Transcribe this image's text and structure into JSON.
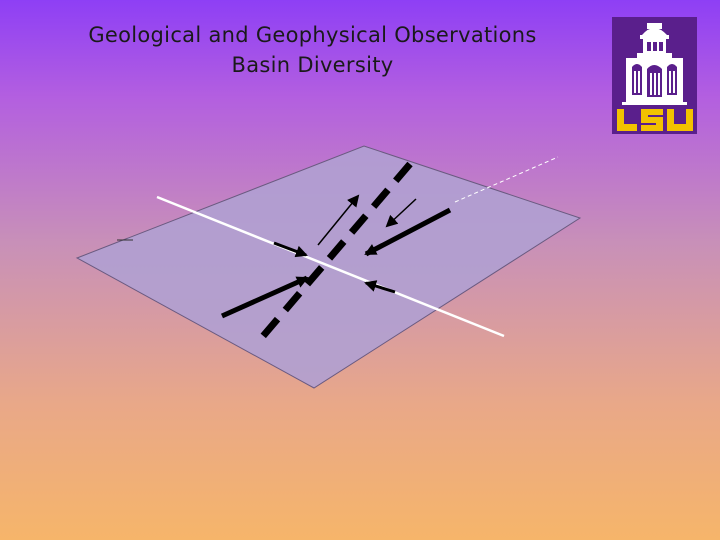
{
  "slide": {
    "title_line_1": "Geological and Geophysical Observations",
    "title_line_2": "Basin Diversity"
  },
  "logo": {
    "text": "LSU",
    "background": "#5a1f8c",
    "accent": "#f2c200"
  },
  "diagram": {
    "plane_fill": "#b0a0d2",
    "plane_stroke": "#6a5a80"
  }
}
